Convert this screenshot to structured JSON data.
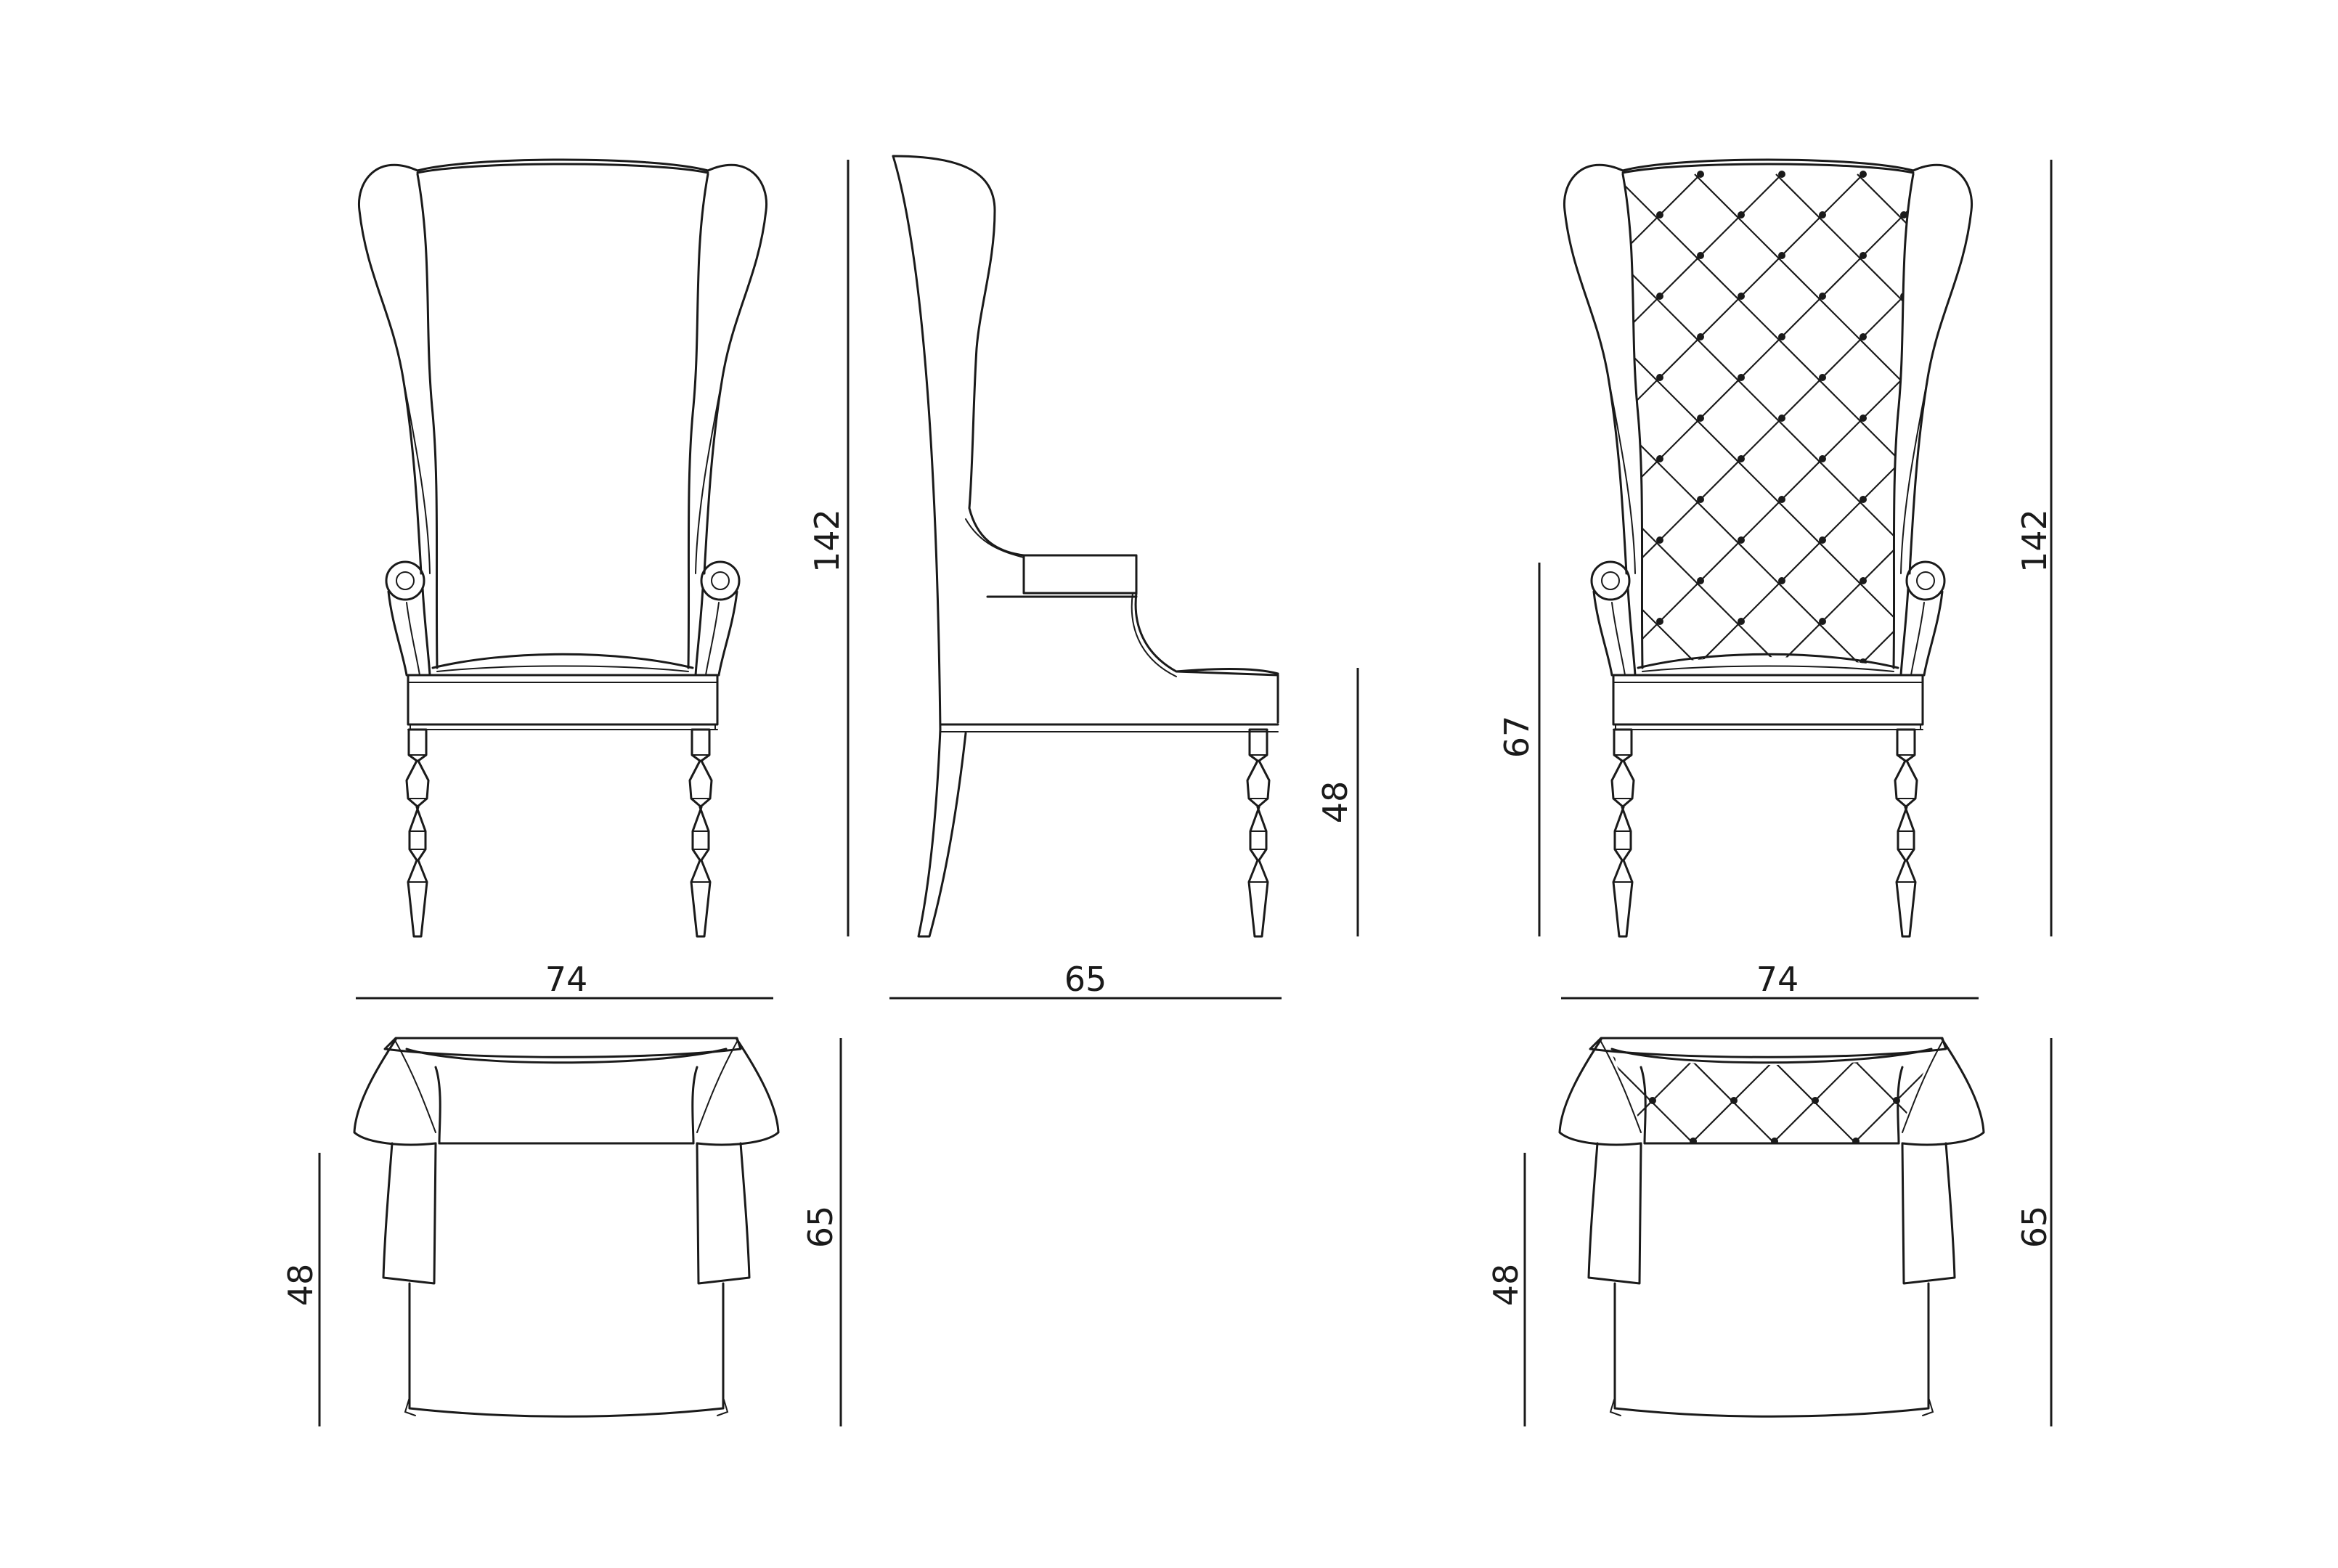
{
  "dimensions": {
    "front_plain": {
      "width": "74",
      "height": "142"
    },
    "side": {
      "depth": "65",
      "seat_height": "48"
    },
    "front_tufted": {
      "width": "74",
      "height": "142",
      "arm_height": "67"
    },
    "top_plain": {
      "depth": "65",
      "seat_depth": "48"
    },
    "top_tufted": {
      "depth": "65",
      "seat_depth": "48"
    }
  },
  "views": [
    "front-elevation-plain",
    "side-elevation",
    "front-elevation-tufted",
    "top-view-plain",
    "top-view-tufted"
  ],
  "tufting": {
    "pattern": "diamond-button-tufting"
  }
}
